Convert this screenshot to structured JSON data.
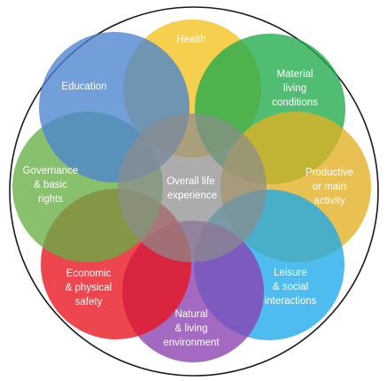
{
  "diagram": {
    "center": {
      "lines": [
        "Overall life",
        "experience"
      ],
      "color": "#8c8c8c"
    },
    "petals": [
      {
        "key": "health",
        "lines": [
          "Health"
        ],
        "color": "#f4c21d"
      },
      {
        "key": "material",
        "lines": [
          "Material",
          "living",
          "conditions"
        ],
        "color": "#1faa4c"
      },
      {
        "key": "productive",
        "lines": [
          "Productive",
          "or main",
          "activity"
        ],
        "color": "#e2b021"
      },
      {
        "key": "leisure",
        "lines": [
          "Leisure",
          "& social",
          "interactions"
        ],
        "color": "#1ca9e9"
      },
      {
        "key": "natural",
        "lines": [
          "Natural",
          "& living",
          "environment"
        ],
        "color": "#8b3fb0"
      },
      {
        "key": "economic",
        "lines": [
          "Economic",
          "& physical",
          "safety"
        ],
        "color": "#e8121c"
      },
      {
        "key": "governance",
        "lines": [
          "Governance",
          "& basic",
          "rights"
        ],
        "color": "#66ae45"
      },
      {
        "key": "education",
        "lines": [
          "Education"
        ],
        "color": "#4a84cf"
      }
    ]
  }
}
